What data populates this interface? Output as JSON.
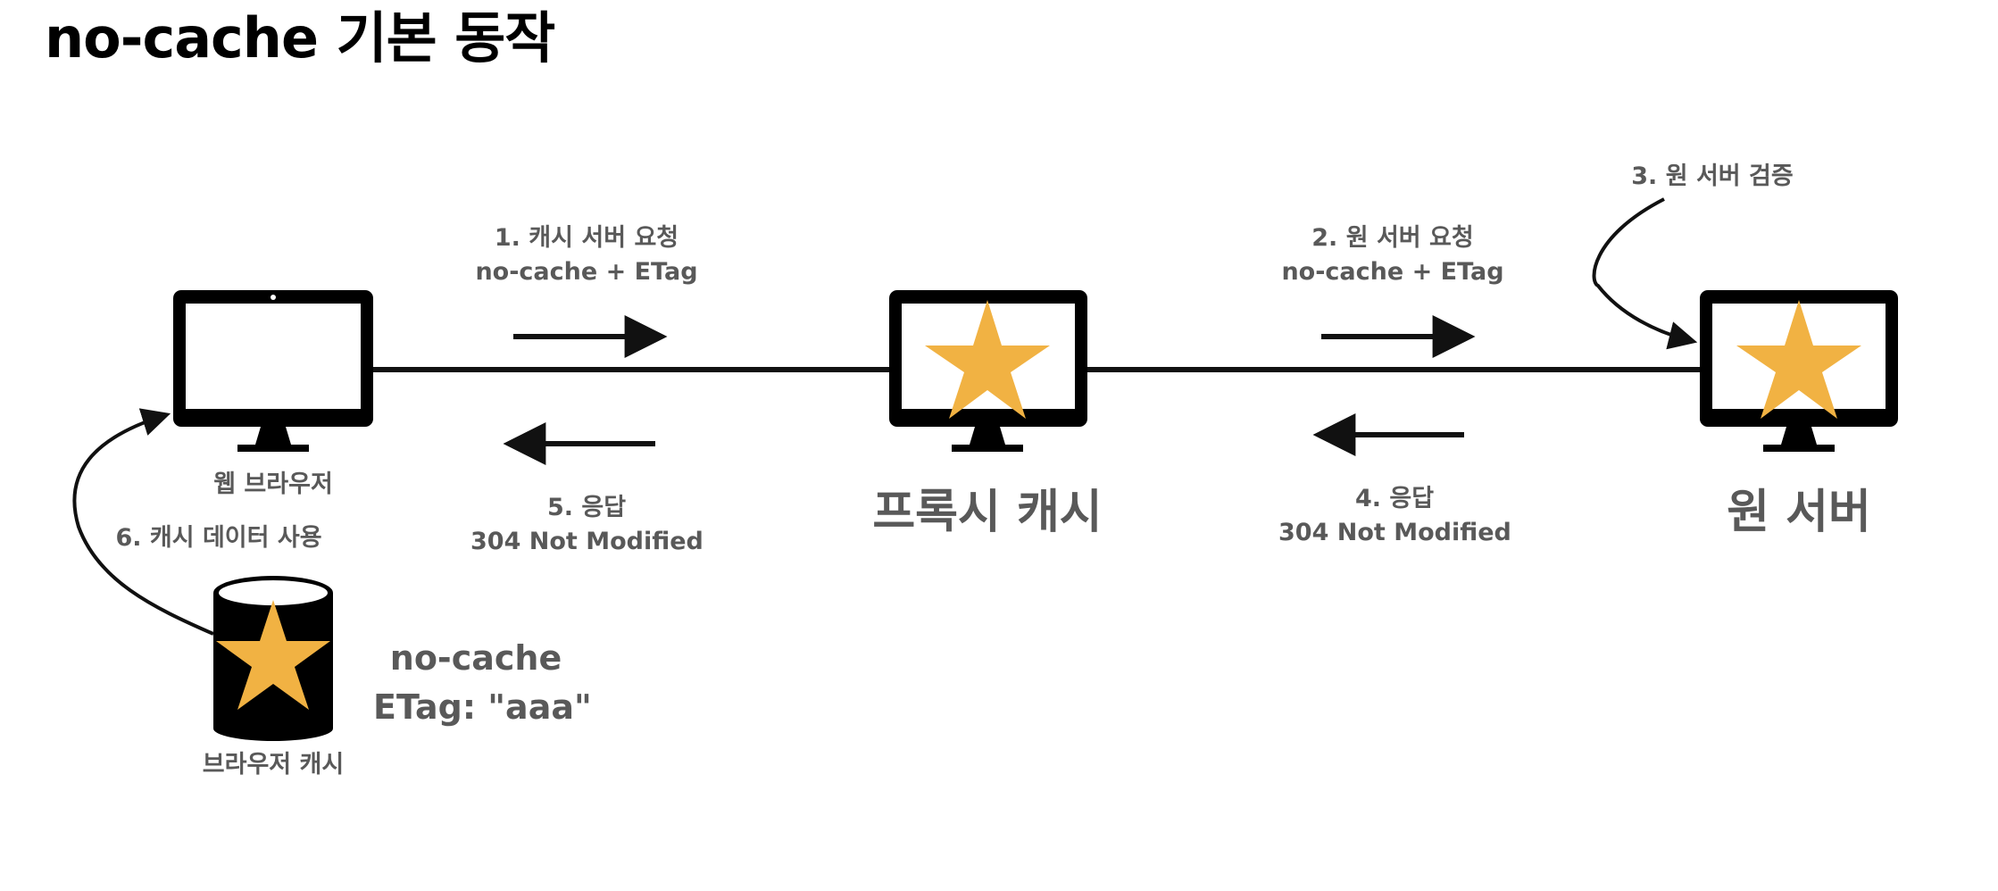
{
  "title": "no-cache 기본 동작",
  "colors": {
    "star": "#F1B243",
    "line": "#111111",
    "label": "#595959"
  },
  "nodes": {
    "browser": {
      "label": "웹 브라우저",
      "icon": "monitor-icon"
    },
    "proxy": {
      "label": "프록시 캐시",
      "icon": "monitor-with-star-icon"
    },
    "origin": {
      "label": "원 서버",
      "icon": "monitor-with-star-icon"
    },
    "browser_cache": {
      "label": "브라우저 캐시",
      "icon": "database-with-star-icon"
    }
  },
  "steps": {
    "step1": {
      "line1": "1. 캐시 서버 요청",
      "line2": "no-cache + ETag"
    },
    "step2": {
      "line1": "2. 원 서버 요청",
      "line2": "no-cache + ETag"
    },
    "step3": {
      "line1": "3. 원 서버 검증"
    },
    "step4": {
      "line1": "4. 응답",
      "line2": "304 Not Modified"
    },
    "step5": {
      "line1": "5. 응답",
      "line2": "304 Not Modified"
    },
    "step6": {
      "line1": "6. 캐시 데이터 사용"
    }
  },
  "cache_info": {
    "line1": "no-cache",
    "line2": "ETag: \"aaa\""
  }
}
